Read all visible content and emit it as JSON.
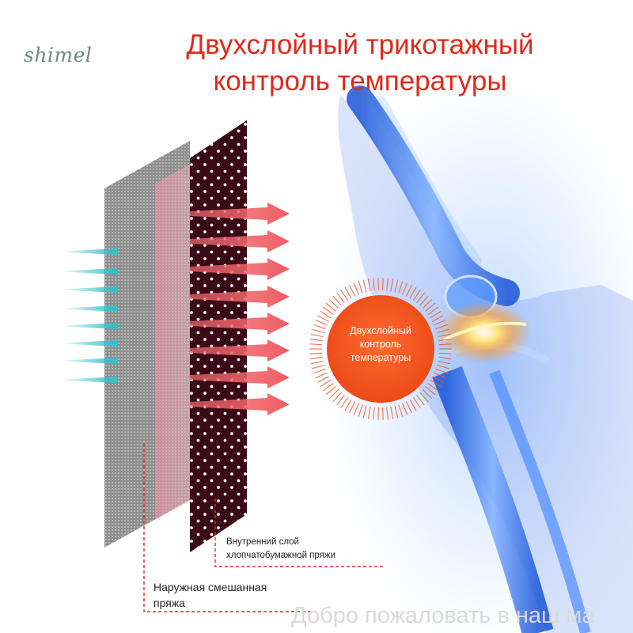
{
  "brand": "shimel",
  "headline": {
    "line1": "Двухслойный трикотажный",
    "line2": "контроль температуры"
  },
  "badge": {
    "line1": "Двухслойный",
    "line2": "контроль",
    "line3": "температуры"
  },
  "labels": {
    "inner_line1": "Внутренний слой",
    "inner_line2": "хлопчатобумажной пряжи",
    "outer_line1": "Наружная смешанная",
    "outer_line2": "пряжа"
  },
  "footer": "Добро пожаловать в наш ма",
  "colors": {
    "headline": "#e0291b",
    "badge": "#f04e1f",
    "cool_arrow": "#2fc4c9",
    "warm_arrow": "#ee5c64",
    "inner_layer": "#3a0a16",
    "outer_layer": "#8c8c8c",
    "leader_line": "#e0291b",
    "knee_glow": "#1e6fe0"
  },
  "icons": [
    "knee-joint-illustration",
    "fabric-layer-diagram",
    "heat-radiating-badge"
  ]
}
